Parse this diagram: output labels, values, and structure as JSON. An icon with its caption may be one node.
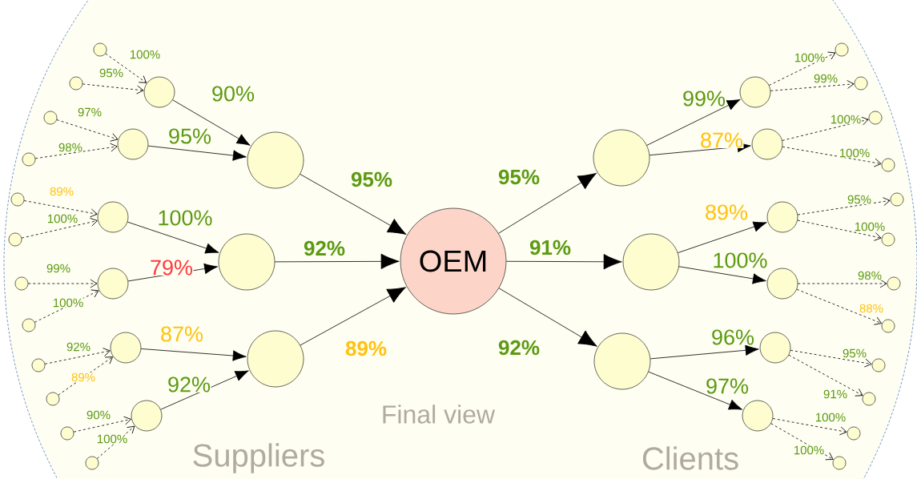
{
  "diagram": {
    "nodes": [
      {
        "text": [
          "OEM"
        ]
      },
      {
        "text": [],
        "shape": "circle"
      },
      {
        "text": [],
        "shape": "circle"
      },
      {
        "text": [],
        "shape": "circle"
      },
      {
        "text": [],
        "shape": "circle"
      },
      {
        "text": [],
        "shape": "circle"
      },
      {
        "text": [],
        "shape": "circle"
      },
      {
        "text": [],
        "shape": "circle"
      },
      {
        "text": [],
        "shape": "circle"
      },
      {
        "text": [],
        "shape": "circle"
      },
      {
        "text": [],
        "shape": "circle"
      },
      {
        "text": [],
        "shape": "circle"
      },
      {
        "text": [],
        "shape": "circle"
      },
      {
        "text": [],
        "shape": "circle"
      },
      {
        "text": [],
        "shape": "circle"
      },
      {
        "text": [],
        "shape": "circle"
      },
      {
        "text": [],
        "shape": "circle"
      },
      {
        "text": [],
        "shape": "circle"
      },
      {
        "text": [],
        "shape": "circle"
      },
      {
        "text": [],
        "shape": "circle"
      },
      {
        "text": [],
        "shape": "circle"
      },
      {
        "text": [],
        "shape": "circle"
      },
      {
        "text": [],
        "shape": "circle"
      },
      {
        "text": [],
        "shape": "circle"
      },
      {
        "text": [],
        "shape": "circle"
      },
      {
        "text": [],
        "shape": "circle"
      },
      {
        "text": [],
        "shape": "circle"
      },
      {
        "text": [],
        "shape": "circle"
      },
      {
        "text": [],
        "shape": "circle"
      },
      {
        "text": [],
        "shape": "circle"
      },
      {
        "text": [],
        "shape": "circle"
      },
      {
        "text": [],
        "shape": "circle"
      },
      {
        "text": [],
        "shape": "circle"
      },
      {
        "text": [],
        "shape": "circle"
      },
      {
        "text": [],
        "shape": "circle"
      },
      {
        "text": [],
        "shape": "circle"
      },
      {
        "text": [],
        "shape": "circle"
      },
      {
        "text": [],
        "shape": "circle"
      },
      {
        "text": [],
        "shape": "circle"
      },
      {
        "text": [],
        "shape": "circle"
      },
      {
        "text": [],
        "shape": "circle"
      },
      {
        "text": [],
        "shape": "circle"
      },
      {
        "text": [],
        "shape": "circle"
      }
    ],
    "edges": [
      {
        "from": 10,
        "to": 4,
        "arrow": "to",
        "label": "100%",
        "style": "dashed"
      },
      {
        "from": 11,
        "to": 4,
        "arrow": "to",
        "label": "95%",
        "style": "dashed"
      },
      {
        "from": 12,
        "to": 5,
        "arrow": "to",
        "label": "97%",
        "style": "dashed"
      },
      {
        "from": 13,
        "to": 5,
        "arrow": "to",
        "label": "98%",
        "style": "dashed"
      },
      {
        "from": 14,
        "to": 6,
        "arrow": "to",
        "label": "89%",
        "style": "dashed"
      },
      {
        "from": 15,
        "to": 6,
        "arrow": "to",
        "label": "100%",
        "style": "dashed"
      },
      {
        "from": 16,
        "to": 7,
        "arrow": "to",
        "label": "99%",
        "style": "dashed"
      },
      {
        "from": 17,
        "to": 7,
        "arrow": "to",
        "label": "100%",
        "style": "dashed"
      },
      {
        "from": 18,
        "to": 8,
        "arrow": "to",
        "label": "92%",
        "style": "dashed"
      },
      {
        "from": 19,
        "to": 8,
        "arrow": "to",
        "label": "89%",
        "style": "dashed"
      },
      {
        "from": 20,
        "to": 9,
        "arrow": "to",
        "label": "90%",
        "style": "dashed"
      },
      {
        "from": 21,
        "to": 9,
        "arrow": "to",
        "label": "100%",
        "style": "dashed"
      },
      {
        "from": 4,
        "to": 1,
        "arrow": "to",
        "label": "90%"
      },
      {
        "from": 5,
        "to": 1,
        "arrow": "to",
        "label": "95%"
      },
      {
        "from": 6,
        "to": 2,
        "arrow": "to",
        "label": "100%"
      },
      {
        "from": 7,
        "to": 2,
        "arrow": "to",
        "label": "79%"
      },
      {
        "from": 8,
        "to": 3,
        "arrow": "to",
        "label": "87%"
      },
      {
        "from": 9,
        "to": 3,
        "arrow": "to",
        "label": "92%"
      },
      {
        "from": 1,
        "to": 0,
        "arrow": "to",
        "label": "95%"
      },
      {
        "from": 2,
        "to": 0,
        "arrow": "to",
        "label": "92%"
      },
      {
        "from": 3,
        "to": 0,
        "arrow": "to",
        "label": "89%"
      },
      {
        "from": 0,
        "to": 22,
        "arrow": "to",
        "label": "95%"
      },
      {
        "from": 0,
        "to": 23,
        "arrow": "to",
        "label": "91%"
      },
      {
        "from": 0,
        "to": 24,
        "arrow": "to",
        "label": "92%"
      },
      {
        "from": 22,
        "to": 25,
        "arrow": "to",
        "label": "99%"
      },
      {
        "from": 22,
        "to": 26,
        "arrow": "to",
        "label": "87%"
      },
      {
        "from": 23,
        "to": 27,
        "arrow": "to",
        "label": "89%"
      },
      {
        "from": 23,
        "to": 28,
        "arrow": "to",
        "label": "100%"
      },
      {
        "from": 24,
        "to": 29,
        "arrow": "to",
        "label": "96%"
      },
      {
        "from": 24,
        "to": 30,
        "arrow": "to",
        "label": "97%"
      },
      {
        "from": 25,
        "to": 31,
        "arrow": "to",
        "label": "100%",
        "style": "dashed"
      },
      {
        "from": 25,
        "to": 32,
        "arrow": "to",
        "label": "99%",
        "style": "dashed"
      },
      {
        "from": 26,
        "to": 33,
        "arrow": "to",
        "label": "100%",
        "style": "dashed"
      },
      {
        "from": 26,
        "to": 34,
        "arrow": "to",
        "label": "100%",
        "style": "dashed"
      },
      {
        "from": 27,
        "to": 35,
        "arrow": "to",
        "label": "95%",
        "style": "dashed"
      },
      {
        "from": 27,
        "to": 36,
        "arrow": "to",
        "label": "100%",
        "style": "dashed"
      },
      {
        "from": 28,
        "to": 37,
        "arrow": "to",
        "label": "98%",
        "style": "dashed"
      },
      {
        "from": 28,
        "to": 38,
        "arrow": "to",
        "label": "88%",
        "style": "dashed"
      },
      {
        "from": 29,
        "to": 39,
        "arrow": "to",
        "label": "95%",
        "style": "dashed"
      },
      {
        "from": 29,
        "to": 40,
        "arrow": "to",
        "label": "91%",
        "style": "dashed"
      },
      {
        "from": 30,
        "to": 41,
        "arrow": "to",
        "label": "100%",
        "style": "dashed"
      },
      {
        "from": 30,
        "to": 42,
        "arrow": "to",
        "label": "100%",
        "style": "dashed"
      }
    ],
    "labels": [
      "Final view",
      "Suppliers",
      "Clients"
    ]
  }
}
